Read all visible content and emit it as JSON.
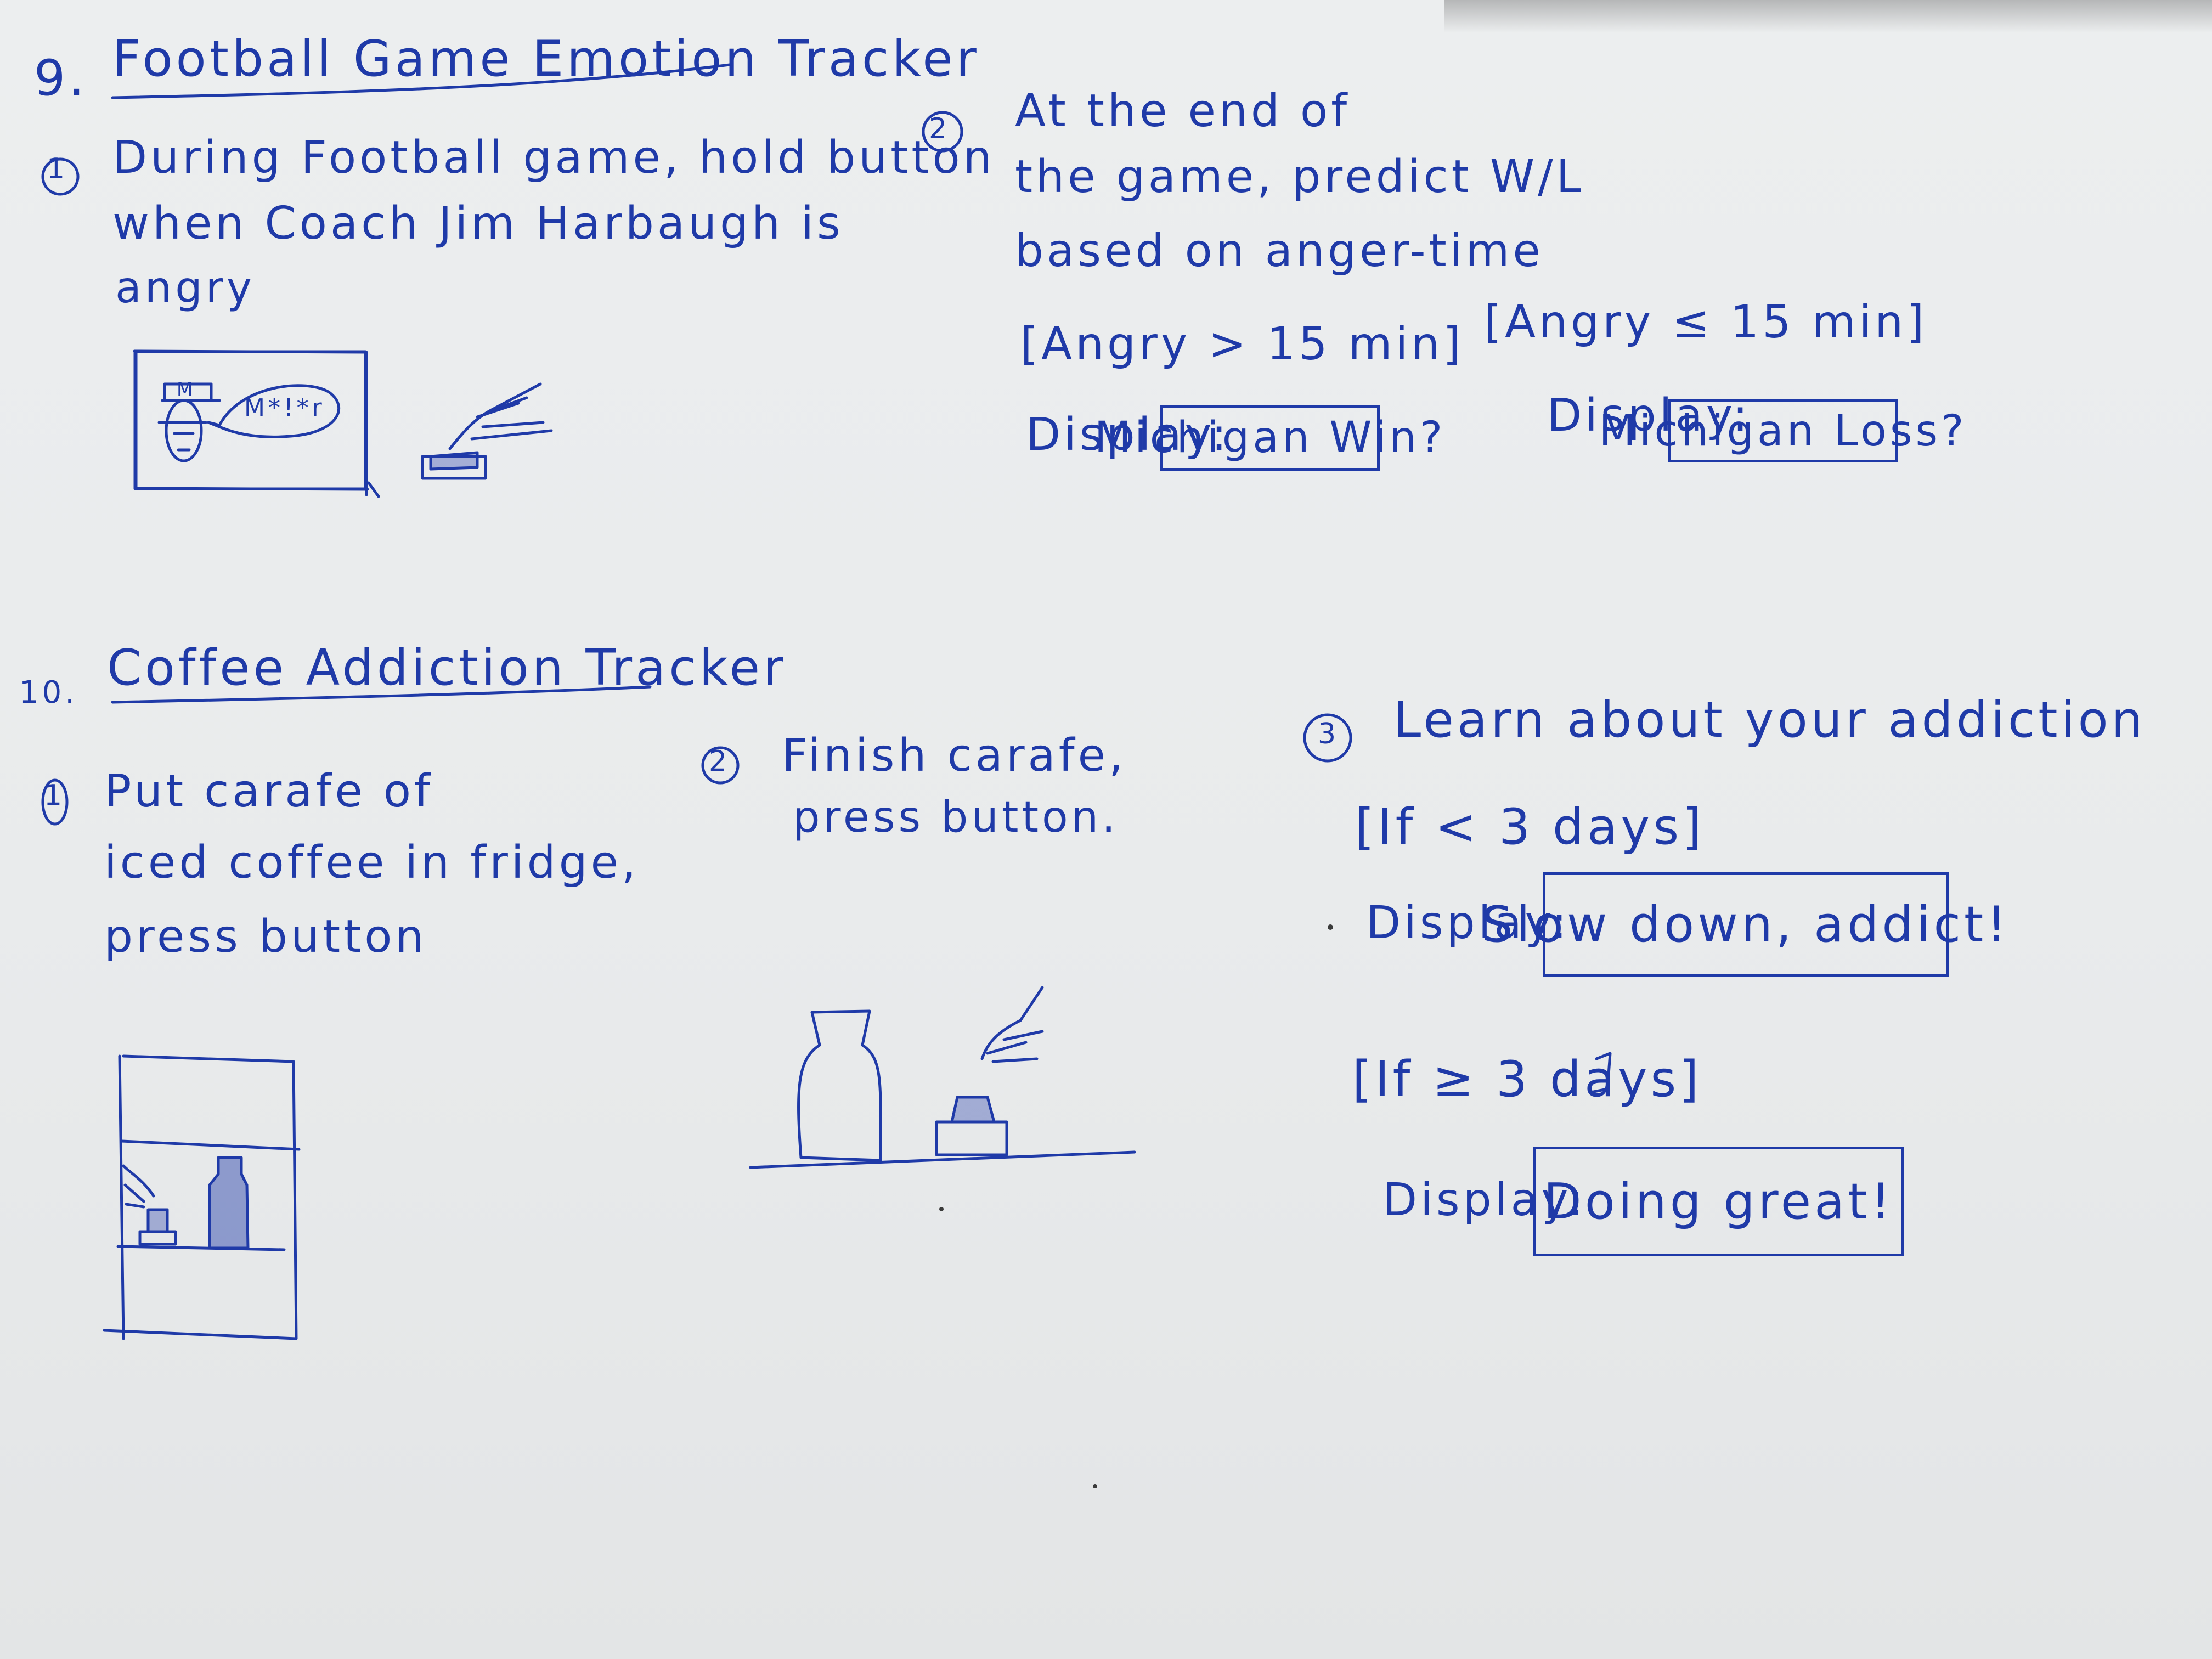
{
  "section9": {
    "number": "9.",
    "title": "Football Game Emotion Tracker",
    "step1_marker": "1",
    "step1_line1": "During Football game, hold button",
    "step1_line2": "when Coach Jim Harbaugh is",
    "step1_line3": "angry",
    "speech": "M*!*r",
    "cap_letter": "M",
    "step2_marker": "2",
    "step2_line1": "At the end of",
    "step2_line2": "the game, predict W/L",
    "step2_line3": "based on anger-time",
    "cond_a": "[Angry > 15 min]",
    "display_a_label": "Display:",
    "display_a_text": "Michigan Win?",
    "cond_b": "[Angry ≤ 15 min]",
    "display_b_label": "Display:",
    "display_b_text": "Michigan Loss?"
  },
  "section10": {
    "number": "10.",
    "title": "Coffee Addiction Tracker",
    "step1_marker": "1",
    "step1_line1": "Put carafe of",
    "step1_line2": "iced coffee in fridge,",
    "step1_line3": "press button",
    "step2_marker": "2",
    "step2_line1": "Finish carafe,",
    "step2_line2": "press button.",
    "step3_marker": "3",
    "step3_line1": "Learn about your addiction",
    "cond_a": "[If < 3 days]",
    "display_a_label": "Display:",
    "display_a_text": "Slow down, addict!",
    "cond_b": "[If ≥ 3 days]",
    "display_b_label": "Display:",
    "display_b_text": "Doing great!"
  },
  "colors": {
    "ink": "#1f3aa8",
    "paper": "#eceeef"
  }
}
